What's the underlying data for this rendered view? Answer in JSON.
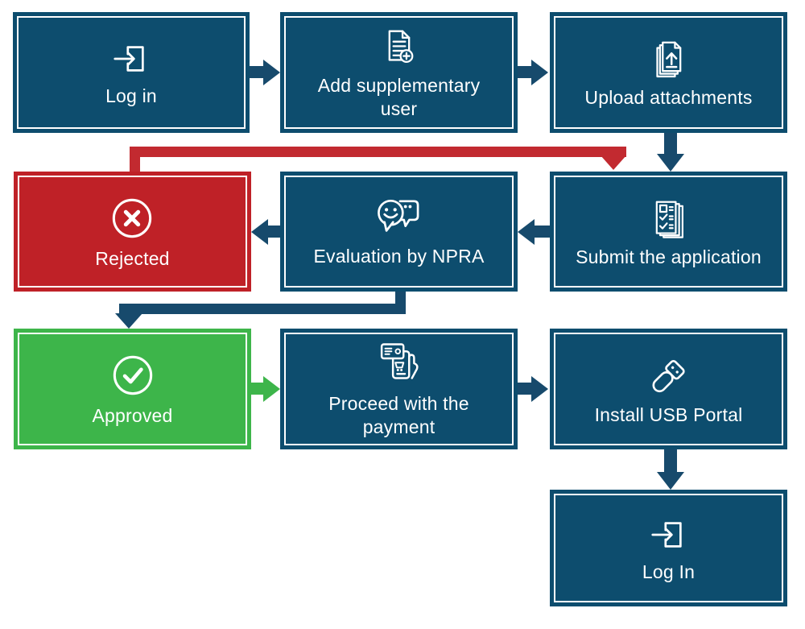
{
  "diagram": {
    "nodes": [
      {
        "label": "Log in",
        "icon": "login-icon",
        "variant": "blue"
      },
      {
        "label": "Add supplementary user",
        "icon": "add-document-icon",
        "variant": "blue"
      },
      {
        "label": "Upload attachments",
        "icon": "upload-attachments-icon",
        "variant": "blue"
      },
      {
        "label": "Submit the application",
        "icon": "application-checklist-icon",
        "variant": "blue"
      },
      {
        "label": "Evaluation by NPRA",
        "icon": "chat-feedback-icon",
        "variant": "blue"
      },
      {
        "label": "Rejected",
        "icon": "cross-circle-icon",
        "variant": "red"
      },
      {
        "label": "Approved",
        "icon": "check-circle-icon",
        "variant": "green"
      },
      {
        "label": "Proceed with the payment",
        "icon": "payment-icon",
        "variant": "blue"
      },
      {
        "label": "Install USB Portal",
        "icon": "usb-drive-icon",
        "variant": "blue"
      },
      {
        "label": "Log In",
        "icon": "login-icon",
        "variant": "blue"
      }
    ],
    "edges": [
      {
        "from": "Log in",
        "to": "Add supplementary user",
        "color": "blue"
      },
      {
        "from": "Add supplementary user",
        "to": "Upload attachments",
        "color": "blue"
      },
      {
        "from": "Upload attachments",
        "to": "Submit the application",
        "color": "blue"
      },
      {
        "from": "Submit the application",
        "to": "Evaluation by NPRA",
        "color": "blue"
      },
      {
        "from": "Evaluation by NPRA",
        "to": "Rejected",
        "color": "blue"
      },
      {
        "from": "Rejected",
        "to": "Submit the application",
        "color": "red"
      },
      {
        "from": "Evaluation by NPRA",
        "to": "Approved",
        "color": "blue"
      },
      {
        "from": "Approved",
        "to": "Proceed with the payment",
        "color": "green"
      },
      {
        "from": "Proceed with the payment",
        "to": "Install USB Portal",
        "color": "blue"
      },
      {
        "from": "Install USB Portal",
        "to": "Log In",
        "color": "blue"
      }
    ],
    "colors": {
      "node_blue": "#0d4d6e",
      "node_red": "#bf2127",
      "node_green": "#3db54a",
      "arrow_blue": "#174a6c",
      "arrow_red": "#c22a30",
      "arrow_green": "#3db54a",
      "text": "#ffffff",
      "background": "#ffffff"
    }
  }
}
